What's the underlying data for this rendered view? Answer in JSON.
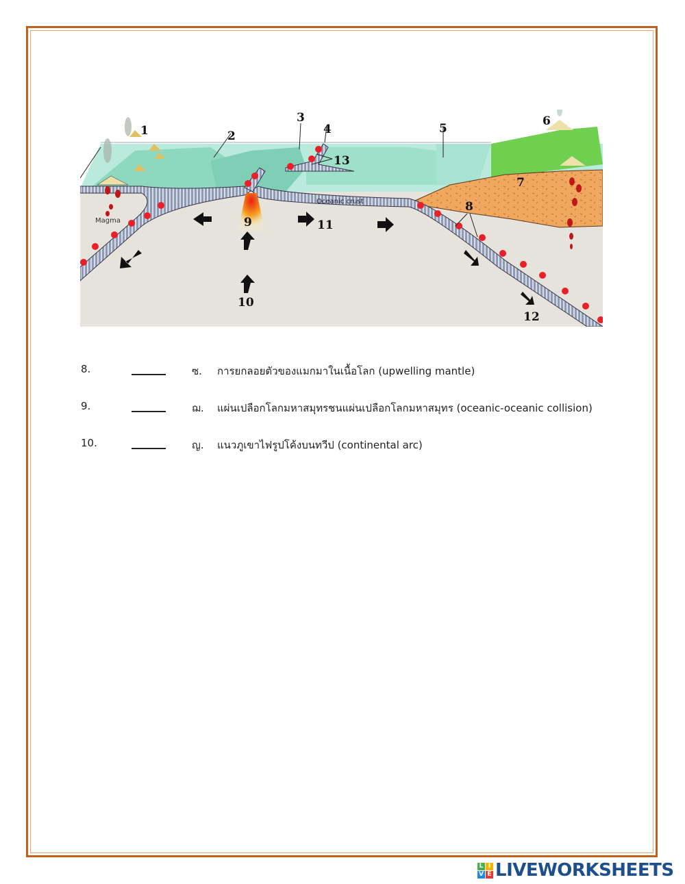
{
  "page": {
    "border_color": "#c0601e",
    "border_inner_color": "#e7a878"
  },
  "diagram": {
    "labels": [
      "1",
      "2",
      "3",
      "4",
      "5",
      "6",
      "7",
      "8",
      "9",
      "10",
      "11",
      "12",
      "13"
    ],
    "text_magma": "Magma",
    "text_oceanic_crust": "Oceanic crust",
    "colors": {
      "sea": "#a8e3cf",
      "sea_dark": "#7fd1b8",
      "land_green": "#6fcf4f",
      "continental_crust": "#f0a860",
      "mantle": "#e6e2dc",
      "oceanic_plate": "#8f9ab4",
      "earthquake": "#e8202a",
      "arrow": "#111111"
    }
  },
  "questions": [
    {
      "number": "8.",
      "blank": "",
      "letter": "ซ.",
      "text": "การยกลอยตัวของแมกมาในเนื้อโลก (upwelling mantle)"
    },
    {
      "number": "9.",
      "blank": "",
      "letter": "ฌ.",
      "text": "แผ่นเปลือกโลกมหาสมุทรชนแผ่นเปลือกโลกมหาสมุทร (oceanic-oceanic collision)"
    },
    {
      "number": "10.",
      "blank": "",
      "letter": "ญ.",
      "text": "แนวภูเขาไฟรูปโค้งบนทวีป (continental arc)"
    }
  ],
  "footer": {
    "logo_blocks": [
      "L",
      "I",
      "V",
      "E"
    ],
    "logo_block_colors": [
      "#4cae4f",
      "#f4b400",
      "#1e88e5",
      "#e53935"
    ],
    "logo_text": "LIVEWORKSHEETS"
  }
}
